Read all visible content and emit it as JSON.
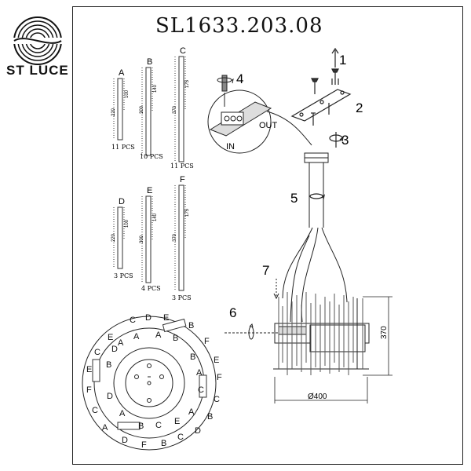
{
  "brand": "ST LUCE",
  "model": "SL1633.203.08",
  "parts": [
    {
      "letter": "A",
      "qty": "11 PCS",
      "d1": "220",
      "d2": "100"
    },
    {
      "letter": "B",
      "qty": "10 PCS",
      "d1": "300",
      "d2": "140"
    },
    {
      "letter": "C",
      "qty": "11 PCS",
      "d1": "370",
      "d2": "175"
    },
    {
      "letter": "D",
      "qty": "3 PCS",
      "d1": "220",
      "d2": "100"
    },
    {
      "letter": "E",
      "qty": "4 PCS",
      "d1": "300",
      "d2": "140"
    },
    {
      "letter": "F",
      "qty": "3 PCS",
      "d1": "370",
      "d2": "175"
    }
  ],
  "steps": [
    "1",
    "2",
    "3",
    "4",
    "5",
    "6",
    "7"
  ],
  "wiring": {
    "out": "OUT",
    "in": "IN"
  },
  "dimensions": {
    "height": "370",
    "diameter": "Ø400"
  },
  "ring_letters": [
    "A",
    "B",
    "C",
    "D",
    "E",
    "F"
  ]
}
